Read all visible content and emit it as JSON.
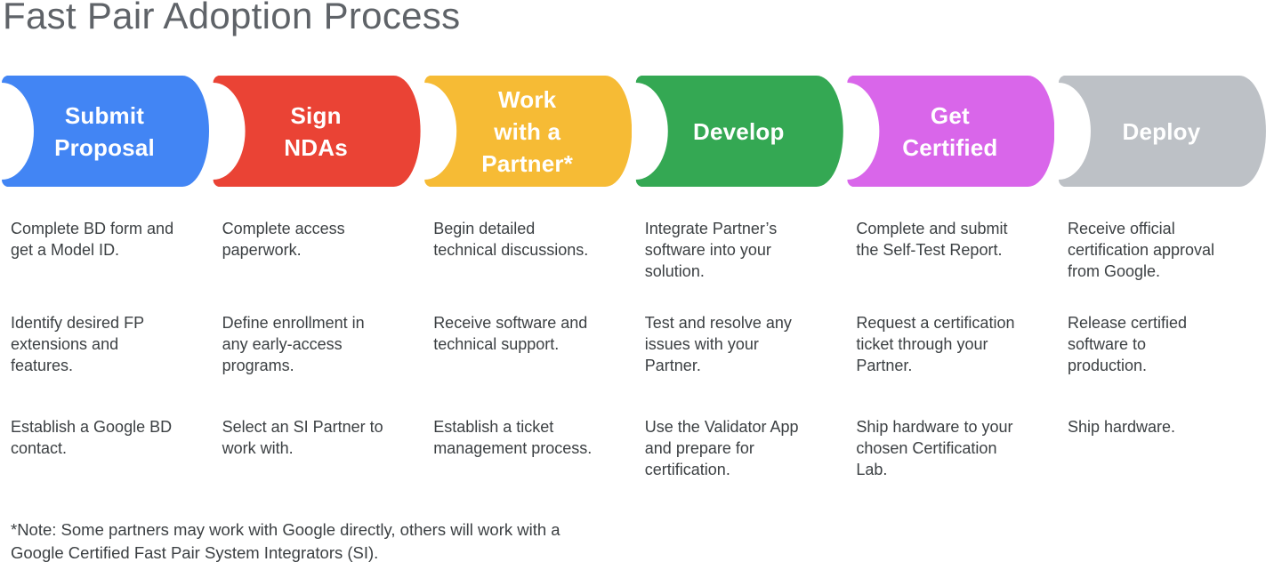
{
  "title": "Fast Pair Adoption Process",
  "colors": {
    "title_text": "#5f6368",
    "body_text": "#3c4043",
    "pill_text": "#ffffff",
    "background": "#ffffff"
  },
  "steps": [
    {
      "id": "submit-proposal",
      "label_lines": [
        "Submit",
        "Proposal"
      ],
      "color": "#4285F4",
      "tasks": [
        [
          "Complete BD form and",
          "get a Model ID."
        ],
        [
          "Identify desired FP",
          "extensions and",
          "features."
        ],
        [
          "Establish a Google BD",
          "contact."
        ]
      ]
    },
    {
      "id": "sign-ndas",
      "label_lines": [
        "Sign",
        "NDAs"
      ],
      "color": "#EA4335",
      "tasks": [
        [
          "Complete access",
          "paperwork."
        ],
        [
          "Define enrollment in",
          "any early-access",
          "programs."
        ],
        [
          "Select an SI Partner to",
          "work with."
        ]
      ]
    },
    {
      "id": "work-with-a-partner",
      "label_lines": [
        "Work",
        "with a",
        "Partner*"
      ],
      "color": "#F6BB35",
      "tasks": [
        [
          "Begin detailed",
          "technical discussions."
        ],
        [
          "Receive software and",
          "technical support."
        ],
        [
          "Establish a ticket",
          "management process."
        ]
      ]
    },
    {
      "id": "develop",
      "label_lines": [
        "Develop"
      ],
      "color": "#34A853",
      "tasks": [
        [
          "Integrate Partner’s",
          "software into your",
          "solution."
        ],
        [
          "Test and resolve any",
          "issues with your",
          "Partner."
        ],
        [
          "Use the Validator App",
          "and prepare for",
          "certification."
        ]
      ]
    },
    {
      "id": "get-certified",
      "label_lines": [
        "Get",
        "Certified"
      ],
      "color": "#D966EA",
      "tasks": [
        [
          "Complete and submit",
          "the Self-Test Report."
        ],
        [
          "Request a certification",
          "ticket through your",
          "Partner."
        ],
        [
          "Ship hardware to your",
          "chosen Certification",
          "Lab."
        ]
      ]
    },
    {
      "id": "deploy",
      "label_lines": [
        "Deploy"
      ],
      "color": "#BDC1C6",
      "tasks": [
        [
          "Receive official",
          "certification approval",
          "from Google."
        ],
        [
          "Release certified",
          "software to",
          "production."
        ],
        [
          "Ship hardware."
        ]
      ]
    }
  ],
  "note_lines": [
    "*Note: Some partners may work with Google directly, others will work with a",
    "Google Certified Fast Pair System Integrators (SI)."
  ]
}
